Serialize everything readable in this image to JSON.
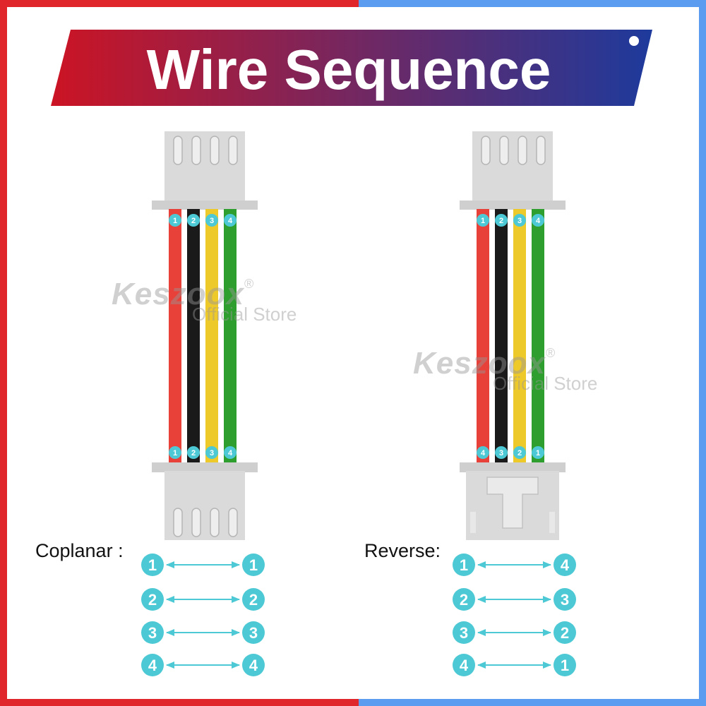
{
  "title": "Wire Sequence",
  "watermark": {
    "brand": "Keszoox",
    "registered": "®",
    "store": "Official Store"
  },
  "colors": {
    "frame_left": "#e0262b",
    "frame_right": "#5b9cf0",
    "banner_start": "#cc1424",
    "banner_end": "#1d3a9c",
    "badge": "#4cc9d4",
    "wire_red": "#e8413a",
    "wire_black": "#1a1a1a",
    "wire_yellow": "#eec92a",
    "wire_green": "#2e9e2e",
    "connector": "#dadada"
  },
  "cables": {
    "coplanar": {
      "top_pins": [
        "1",
        "2",
        "3",
        "4"
      ],
      "bottom_pins": [
        "1",
        "2",
        "3",
        "4"
      ]
    },
    "reverse": {
      "top_pins": [
        "1",
        "2",
        "3",
        "4"
      ],
      "bottom_pins": [
        "4",
        "3",
        "2",
        "1"
      ]
    }
  },
  "coplanar": {
    "label": "Coplanar :",
    "pairs": [
      {
        "from": "1",
        "to": "1"
      },
      {
        "from": "2",
        "to": "2"
      },
      {
        "from": "3",
        "to": "3"
      },
      {
        "from": "4",
        "to": "4"
      }
    ]
  },
  "reverse": {
    "label": "Reverse:",
    "pairs": [
      {
        "from": "1",
        "to": "4"
      },
      {
        "from": "2",
        "to": "3"
      },
      {
        "from": "3",
        "to": "2"
      },
      {
        "from": "4",
        "to": "1"
      }
    ]
  }
}
